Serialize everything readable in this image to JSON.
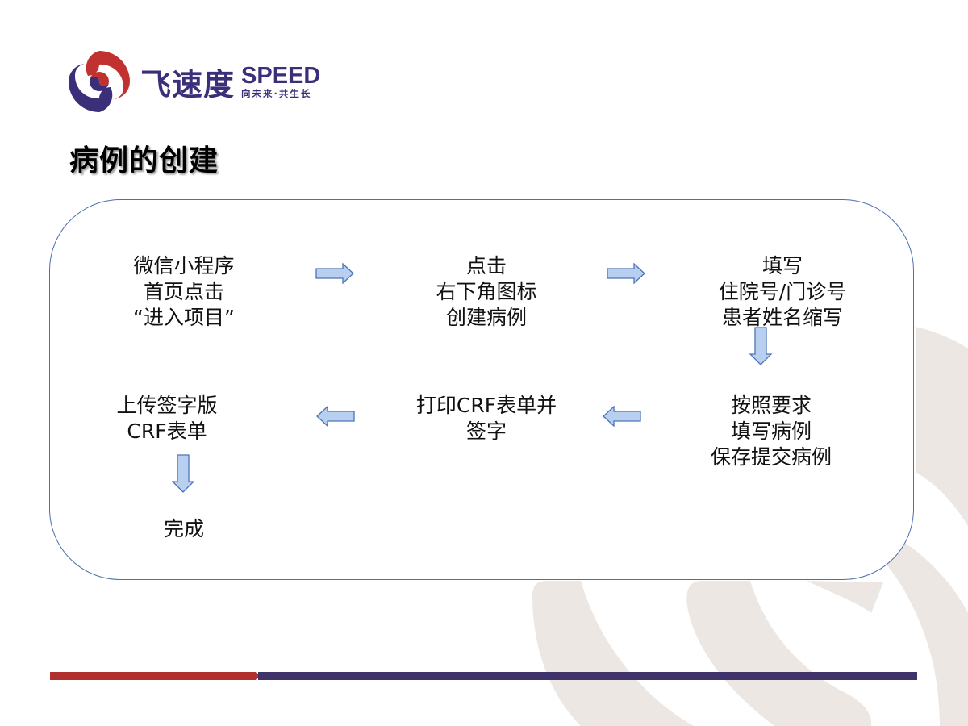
{
  "logo": {
    "brand_cn": "飞速度",
    "brand_en": "SPEED",
    "slogan": "向未来·共生长",
    "colors": {
      "red": "#b0302e",
      "purple": "#3b2f7a"
    }
  },
  "page": {
    "title": "病例的创建"
  },
  "flow": {
    "border_color": "#4a6fae",
    "arrow_fill": "#b9cff0",
    "arrow_stroke": "#4a74b8",
    "steps": [
      {
        "id": "step1",
        "lines": [
          "微信小程序",
          "首页点击",
          "“进入项目”"
        ]
      },
      {
        "id": "step2",
        "lines": [
          "点击",
          "右下角图标",
          "创建病例"
        ]
      },
      {
        "id": "step3",
        "lines": [
          "填写",
          "住院号/门诊号",
          "患者姓名缩写"
        ]
      },
      {
        "id": "step4",
        "lines": [
          "按照要求",
          "填写病例",
          "保存提交病例"
        ]
      },
      {
        "id": "step5",
        "lines": [
          "打印CRF表单并",
          "签字"
        ]
      },
      {
        "id": "step6",
        "lines": [
          "上传签字版",
          "CRF表单"
        ]
      },
      {
        "id": "step7",
        "lines": [
          "完成"
        ]
      }
    ],
    "arrows": [
      {
        "from": "step1",
        "to": "step2",
        "direction": "right"
      },
      {
        "from": "step2",
        "to": "step3",
        "direction": "right"
      },
      {
        "from": "step3",
        "to": "step4",
        "direction": "down"
      },
      {
        "from": "step4",
        "to": "step5",
        "direction": "left"
      },
      {
        "from": "step5",
        "to": "step6",
        "direction": "left"
      },
      {
        "from": "step6",
        "to": "step7",
        "direction": "down"
      }
    ]
  },
  "footer": {
    "bar_left_color": "#b0302e",
    "bar_right_color": "#40336a"
  }
}
